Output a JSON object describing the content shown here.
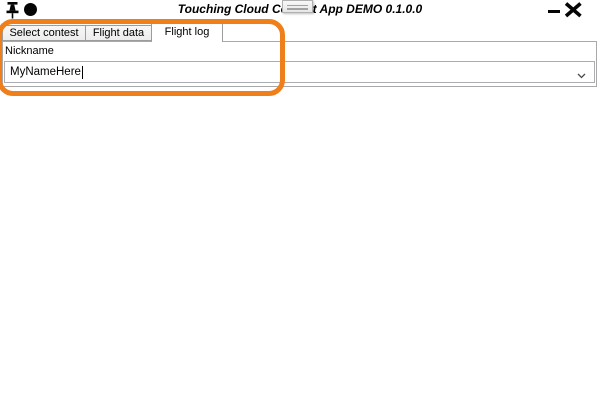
{
  "titlebar": {
    "title": "Touching Cloud Contest App DEMO 0.1.0.0",
    "icons": {
      "pin": "pin-icon",
      "circle": "circle-icon",
      "grip": "grip-handle-icon",
      "minimize": "minimize-icon",
      "close": "close-icon"
    }
  },
  "tabs": [
    {
      "label": "Select contest",
      "active": false
    },
    {
      "label": "Flight data",
      "active": false
    },
    {
      "label": "Flight log",
      "active": true
    }
  ],
  "form": {
    "nickname_label": "Nickname",
    "nickname_value": "MyNameHere",
    "dropdown_icon": "chevron-down-icon"
  },
  "annotation": {
    "type": "highlight-box",
    "color": "#EE7F1B"
  },
  "colors": {
    "accent_orange": "#EE7F1B",
    "tab_border_gray": "#9C9C9C",
    "panel_border_gray": "#A9A9A9",
    "input_border_gray": "#ABADB3",
    "icon_black": "#050505"
  }
}
